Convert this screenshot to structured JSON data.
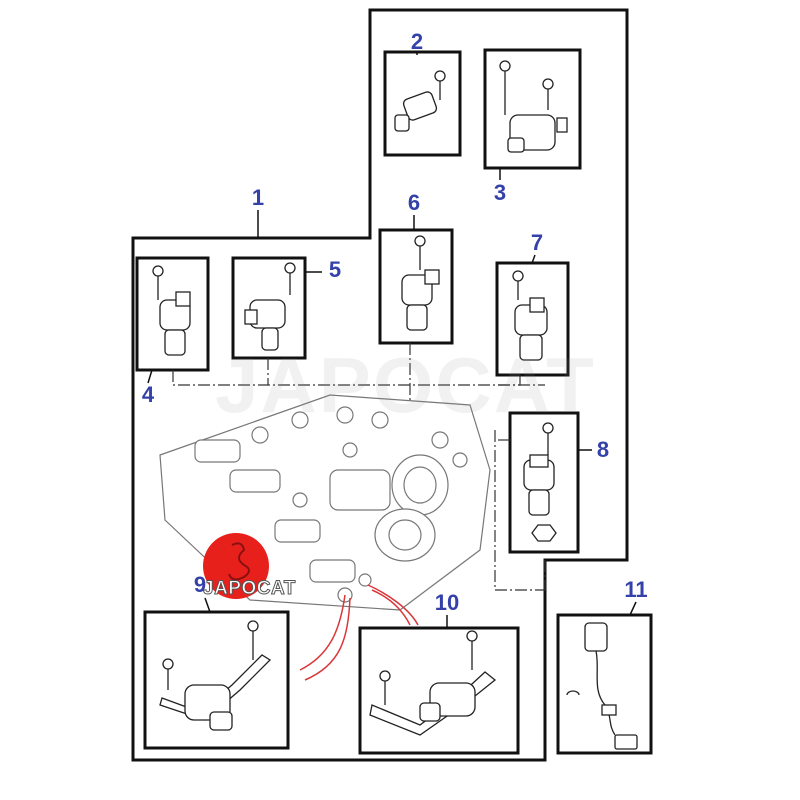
{
  "diagram": {
    "callouts": [
      "1",
      "2",
      "3",
      "4",
      "5",
      "6",
      "7",
      "8",
      "9",
      "10",
      "11"
    ],
    "watermark": "JAPOCAT",
    "logo_text": "JAPOCAT",
    "colors": {
      "callout": "#3441a8",
      "logo": "#e8201c",
      "line": "#111111",
      "wire": "#d9383a"
    }
  }
}
